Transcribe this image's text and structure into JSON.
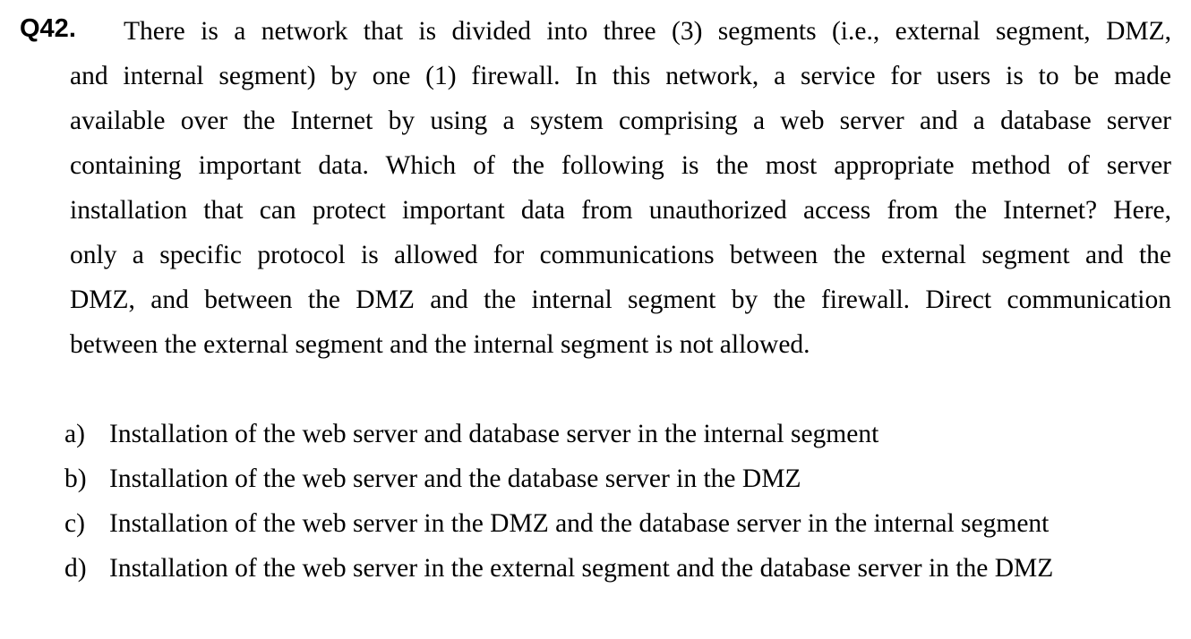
{
  "question": {
    "number": "Q42.",
    "lines": [
      "There is a network that is divided into three (3) segments (i.e., external segment, DMZ,",
      "and internal segment) by one (1) firewall. In this network, a service for users is to be made",
      "available over the Internet by using a system comprising a web server and a database server",
      "containing important data. Which of the following is the most appropriate method of server",
      "installation that can protect important data from unauthorized access from the Internet? Here,",
      "only a specific protocol is allowed for communications between the external segment and the",
      "DMZ, and between the DMZ and the internal segment by the firewall. Direct communication",
      "between the external segment and the internal segment is not allowed."
    ]
  },
  "options": [
    {
      "label": "a)",
      "text": "Installation of the web server and database server in the internal segment"
    },
    {
      "label": "b)",
      "text": "Installation of the web server and the database server in the DMZ"
    },
    {
      "label": "c)",
      "text": "Installation of the web server in the DMZ and the database server in the internal segment"
    },
    {
      "label": "d)",
      "text": "Installation of the web server in the external segment and the database server in the DMZ"
    }
  ]
}
